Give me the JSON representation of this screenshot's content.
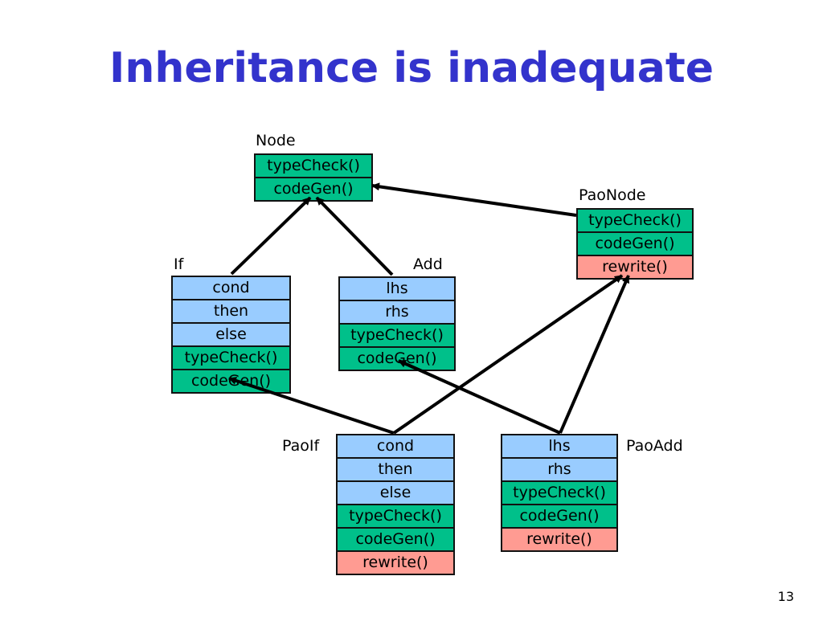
{
  "slide": {
    "title": "Inheritance is inadequate",
    "page_number": "13"
  },
  "classes": {
    "node": {
      "name": "Node",
      "rows": [
        {
          "text": "typeCheck()",
          "kind": "method"
        },
        {
          "text": "codeGen()",
          "kind": "method"
        }
      ]
    },
    "paonode": {
      "name": "PaoNode",
      "rows": [
        {
          "text": "typeCheck()",
          "kind": "method"
        },
        {
          "text": "codeGen()",
          "kind": "method"
        },
        {
          "text": "rewrite()",
          "kind": "rw"
        }
      ]
    },
    "if": {
      "name": "If",
      "rows": [
        {
          "text": "cond",
          "kind": "field"
        },
        {
          "text": "then",
          "kind": "field"
        },
        {
          "text": "else",
          "kind": "field"
        },
        {
          "text": "typeCheck()",
          "kind": "method"
        },
        {
          "text": "codeGen()",
          "kind": "method"
        }
      ]
    },
    "add": {
      "name": "Add",
      "rows": [
        {
          "text": "lhs",
          "kind": "field"
        },
        {
          "text": "rhs",
          "kind": "field"
        },
        {
          "text": "typeCheck()",
          "kind": "method"
        },
        {
          "text": "codeGen()",
          "kind": "method"
        }
      ]
    },
    "paoif": {
      "name": "PaoIf",
      "rows": [
        {
          "text": "cond",
          "kind": "field"
        },
        {
          "text": "then",
          "kind": "field"
        },
        {
          "text": "else",
          "kind": "field"
        },
        {
          "text": "typeCheck()",
          "kind": "method"
        },
        {
          "text": "codeGen()",
          "kind": "method"
        },
        {
          "text": "rewrite()",
          "kind": "rw"
        }
      ]
    },
    "paoadd": {
      "name": "PaoAdd",
      "rows": [
        {
          "text": "lhs",
          "kind": "field"
        },
        {
          "text": "rhs",
          "kind": "field"
        },
        {
          "text": "typeCheck()",
          "kind": "method"
        },
        {
          "text": "codeGen()",
          "kind": "method"
        },
        {
          "text": "rewrite()",
          "kind": "rw"
        }
      ]
    }
  },
  "edges": [
    {
      "from": "if",
      "to": "node"
    },
    {
      "from": "add",
      "to": "node"
    },
    {
      "from": "paonode",
      "to": "node"
    },
    {
      "from": "paoif",
      "to": "if"
    },
    {
      "from": "paoif",
      "to": "paonode"
    },
    {
      "from": "paoadd",
      "to": "add"
    },
    {
      "from": "paoadd",
      "to": "paonode"
    }
  ],
  "colors": {
    "title": "#3333cc",
    "field": "#99ccff",
    "method": "#00c08a",
    "rewrite": "#ff9b92",
    "line": "#000000"
  }
}
